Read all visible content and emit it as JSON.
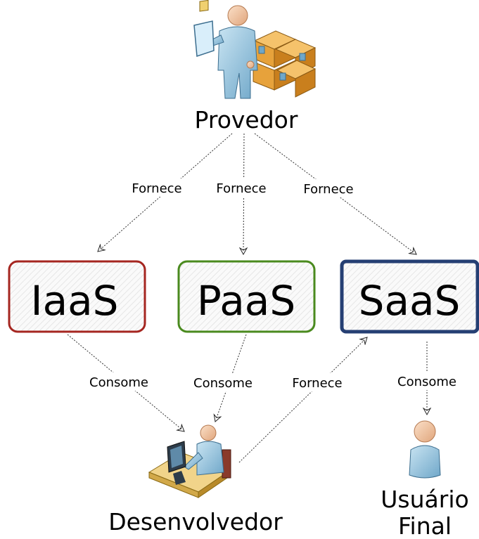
{
  "nodes": {
    "provider": "Provedor",
    "developer": "Desenvolvedor",
    "end_user_line1": "Usuário",
    "end_user_line2": "Final"
  },
  "boxes": {
    "iaas": {
      "label": "IaaS",
      "border": "#a52620"
    },
    "paas": {
      "label": "PaaS",
      "border": "#4a8a1e"
    },
    "saas": {
      "label": "SaaS",
      "border": "#253f73"
    }
  },
  "edges": {
    "provider_iaas": "Fornece",
    "provider_paas": "Fornece",
    "provider_saas": "Fornece",
    "iaas_developer": "Consome",
    "paas_developer": "Consome",
    "developer_saas": "Fornece",
    "saas_end_user": "Consome"
  },
  "icons": {
    "provider": "businessman-with-boxes-icon",
    "developer": "developer-at-desk-icon",
    "end_user": "user-person-icon"
  }
}
